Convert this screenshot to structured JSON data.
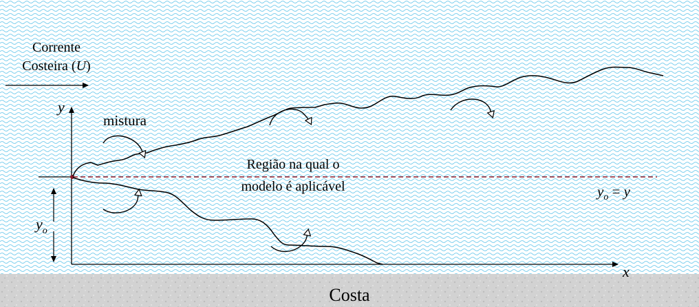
{
  "current_label": {
    "line1": "Corrente",
    "line2_pre": "Costeira (",
    "line2_var": "U",
    "line2_post": ")"
  },
  "axes": {
    "y_label": "y",
    "x_label": "x"
  },
  "mixing_label": "mistura",
  "region_label": {
    "line1": "Região na qual o",
    "line2": "modelo é aplicável"
  },
  "equation": {
    "lhs_var": "y",
    "lhs_sub": "o",
    "op": " = ",
    "rhs_var": "y"
  },
  "offset_label": {
    "var": "y",
    "sub": "o"
  },
  "coast_label": "Costa",
  "colors": {
    "water_wave": "#7fd0ee",
    "water_bg": "#ffffff",
    "coast": "#d0d0d0",
    "dashed_line": "#8b1a2a",
    "ink": "#000000"
  },
  "icons": [
    "current-arrow-icon",
    "eddy-arrow-icon"
  ]
}
